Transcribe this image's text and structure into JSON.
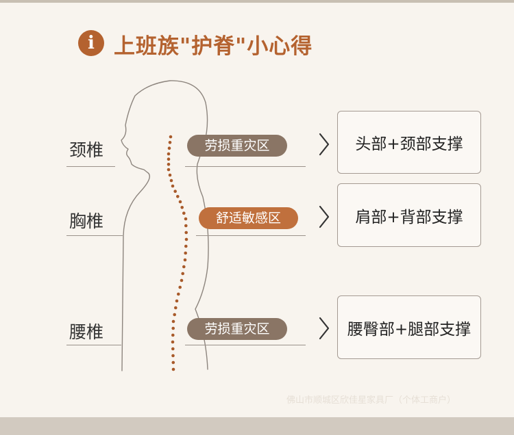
{
  "header": {
    "icon": "i",
    "title": "上班族\"护脊\"小心得"
  },
  "rows": [
    {
      "label": "颈椎",
      "zone": "劳损重灾区",
      "support": "头部+颈部支撑"
    },
    {
      "label": "胸椎",
      "zone": "舒适敏感区",
      "support": "肩部+背部支撑"
    },
    {
      "label": "腰椎",
      "zone": "劳损重灾区",
      "support": "腰臀部+腿部支撑"
    }
  ],
  "colors": {
    "accent": "#b4622f",
    "pill_brown": "#8a7565",
    "pill_orange": "#c0703d",
    "background": "#f8f4ee"
  },
  "icons": [
    "info-icon",
    "chevron-right-icon"
  ],
  "watermark": "佛山市顺城区欣佳星家具厂（个体工商户）"
}
